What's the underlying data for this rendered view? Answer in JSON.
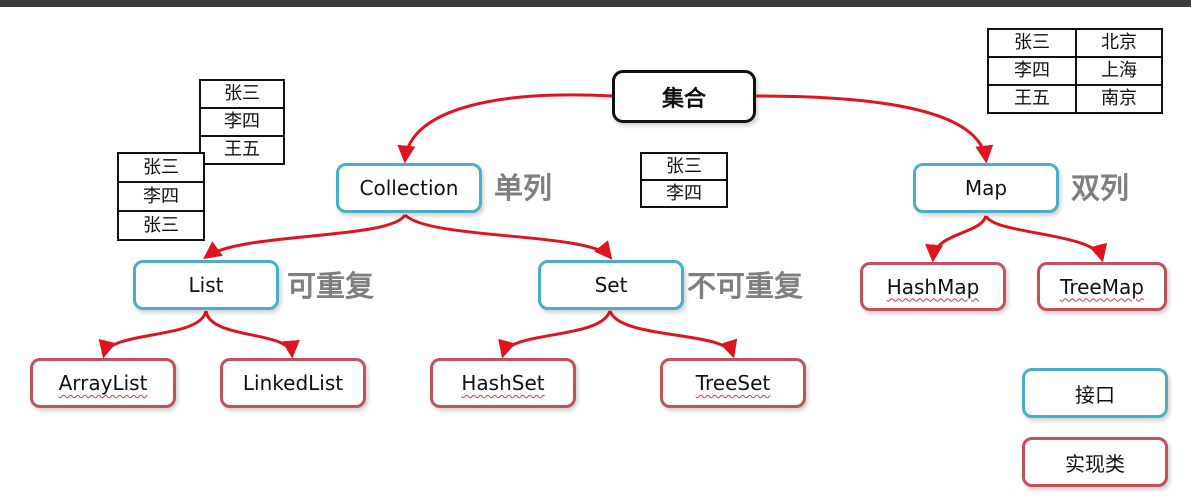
{
  "nodes": {
    "root": "集合",
    "collection": "Collection",
    "map": "Map",
    "list": "List",
    "set": "Set",
    "hashmap": "HashMap",
    "treemap": "TreeMap",
    "arraylist": "ArrayList",
    "linkedlist": "LinkedList",
    "hashset": "HashSet",
    "treeset": "TreeSet"
  },
  "tags": {
    "collection": "单列",
    "map": "双列",
    "list": "可重复",
    "set": "不可重复"
  },
  "legend": {
    "interface": "接口",
    "implementation": "实现类"
  },
  "tables": {
    "list_stack": [
      "张三",
      "李四",
      "王五"
    ],
    "list_dup": [
      "张三",
      "李四",
      "张三"
    ],
    "set_items": [
      "张三",
      "李四"
    ],
    "map_rows": [
      [
        "张三",
        "北京"
      ],
      [
        "李四",
        "上海"
      ],
      [
        "王五",
        "南京"
      ]
    ]
  },
  "colors": {
    "edge": "#e0141e",
    "interface_border": "#4aaec6",
    "implementation_border": "#c4505a",
    "root_border": "#111111",
    "tag_text": "#7f7f7f"
  },
  "icons": {
    "edge_arrow": "arrowhead-icon"
  }
}
